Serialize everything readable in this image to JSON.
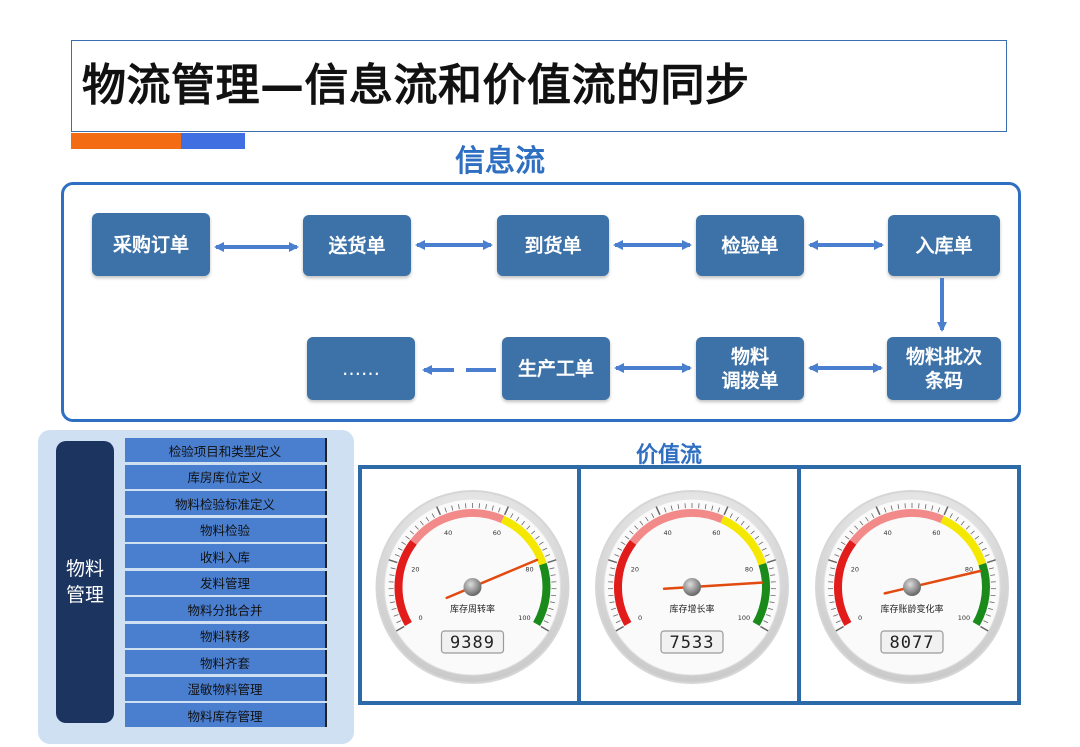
{
  "title": "物流管理—信息流和价值流的同步",
  "accent_colors": {
    "orange": "#f36b12",
    "blue": "#3f6fe0",
    "node": "#3d72a8",
    "frame": "#2f6fc2"
  },
  "info_flow": {
    "title": "信息流",
    "nodes": {
      "purchase_order": "采购订单",
      "delivery_note": "送货单",
      "arrival_note": "到货单",
      "inspection_note": "检验单",
      "warehouse_entry": "入库单",
      "batch_barcode": "物料批次\n条码",
      "material_transfer": "物料\n调拨单",
      "production_order": "生产工单",
      "more": "……"
    }
  },
  "material_management": {
    "label": "物料\n管理",
    "items": [
      "检验项目和类型定义",
      "库房库位定义",
      "物料检验标准定义",
      "物料检验",
      "收料入库",
      "发料管理",
      "物料分批合并",
      "物料转移",
      "物料齐套",
      "湿敏物料管理",
      "物料库存管理"
    ]
  },
  "value_flow": {
    "title": "价值流",
    "gauges": [
      {
        "label": "库存周转率",
        "reading": "9389",
        "needle_value": 78
      },
      {
        "label": "库存增长率",
        "reading": "7533",
        "needle_value": 86
      },
      {
        "label": "库存账龄变化率",
        "reading": "8077",
        "needle_value": 82
      }
    ],
    "tick_labels": [
      "0",
      "20",
      "40",
      "60",
      "80",
      "100"
    ]
  }
}
